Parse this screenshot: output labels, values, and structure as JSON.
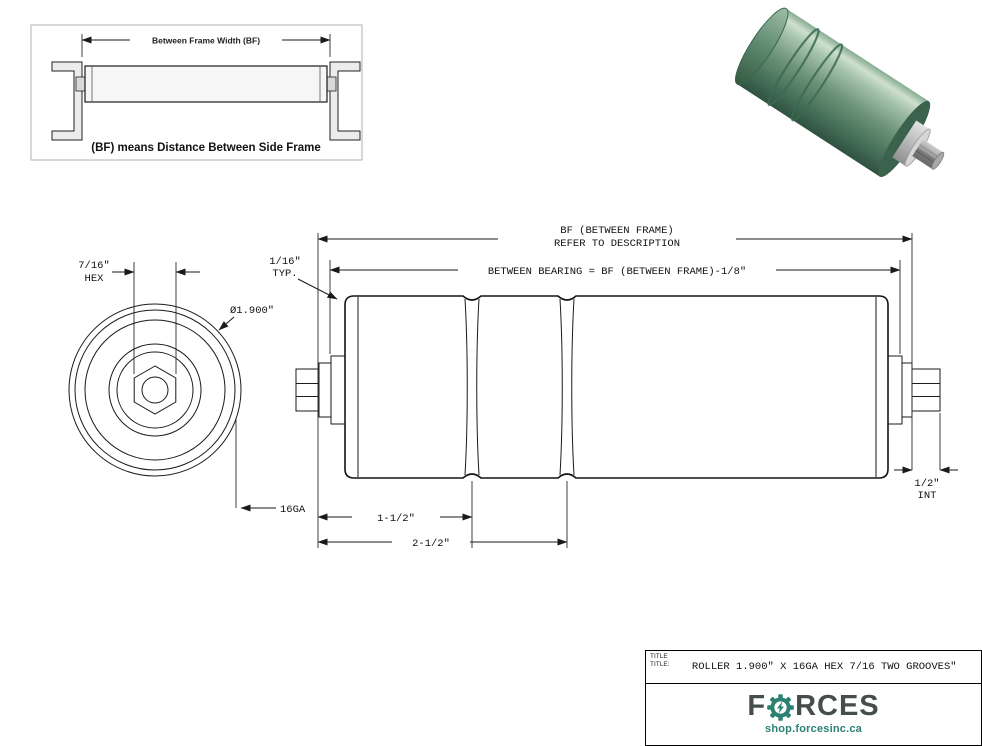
{
  "colors": {
    "ink": "#1a1a1a",
    "teal": "#2b8172",
    "logo_gray": "#454e4a",
    "roller_green": "#6d9478"
  },
  "inset": {
    "dim_label": "Between Frame Width (BF)",
    "caption": "(BF) means Distance Between Side Frame"
  },
  "end_view": {
    "hex_size": "7/16\"",
    "hex_word": "HEX",
    "diameter": "Ø1.900\"",
    "gauge": "16GA"
  },
  "side_view": {
    "bf_line1": "BF (BETWEEN FRAME)",
    "bf_line2": "REFER TO DESCRIPTION",
    "between_bearing": "BETWEEN BEARING = BF (BETWEEN FRAME)-1/8\"",
    "typ_size": "1/16\"",
    "typ_word": "TYP.",
    "groove1": "1-1/2\"",
    "groove2": "2-1/2\"",
    "int_size": "1/2\"",
    "int_word": "INT"
  },
  "title_block": {
    "label_line1": "TITLE",
    "label_line2": "TITLE:",
    "title": "ROLLER 1.900\" X 16GA HEX 7/16 TWO GROOVES\"",
    "logo_prefix": "F",
    "logo_suffix": "RCES",
    "website": "shop.forcesinc.ca"
  }
}
